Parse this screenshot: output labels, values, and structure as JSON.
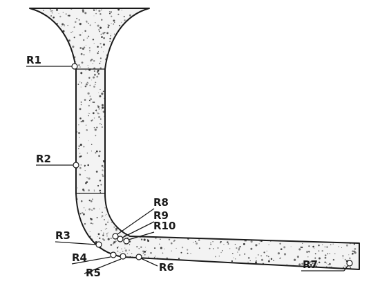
{
  "diagram": {
    "labels": {
      "r1": "R1",
      "r2": "R2",
      "r3": "R3",
      "r4": "R4",
      "r5": "R5",
      "r6": "R6",
      "r7": "R7",
      "r8": "R8",
      "r9": "R9",
      "r10": "R10"
    },
    "colors": {
      "fill": "#f3f3f3",
      "outline": "#1a1a1a",
      "speckle": "#2a2a2a"
    }
  }
}
